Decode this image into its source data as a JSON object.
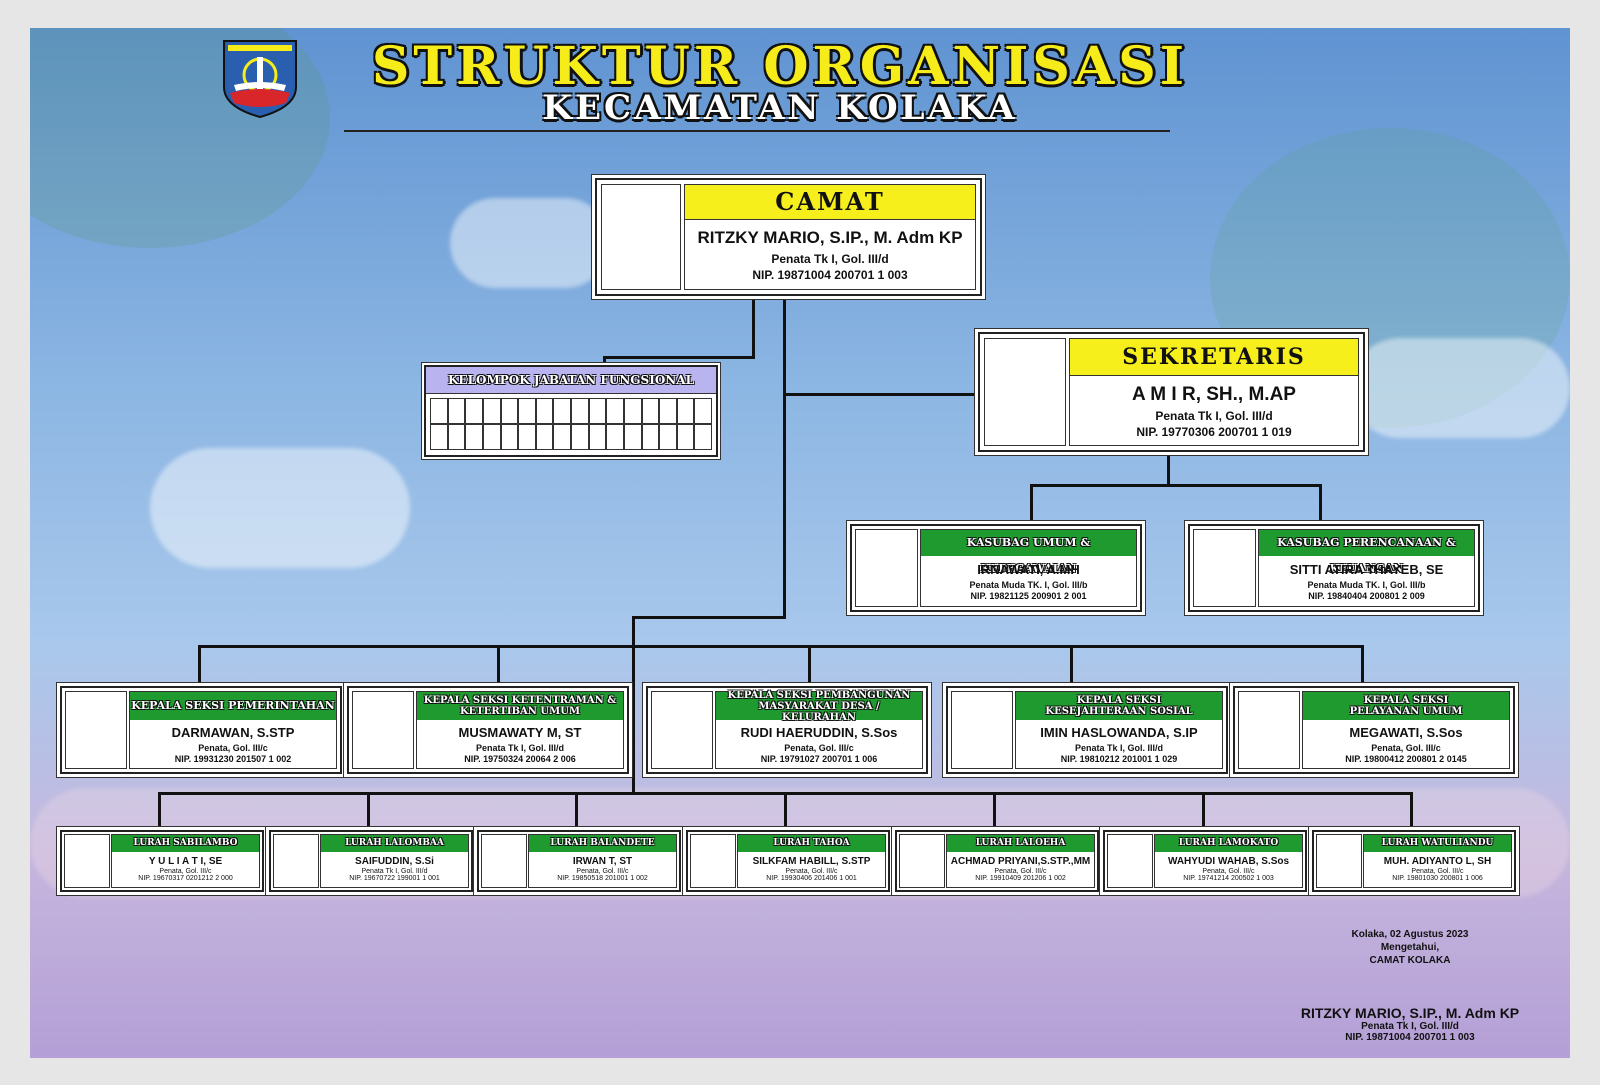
{
  "header": {
    "title": "STRUKTUR ORGANISASI",
    "subtitle": "KECAMATAN KOLAKA"
  },
  "camat": {
    "position": "CAMAT",
    "name": "RITZKY MARIO, S.IP., M. Adm KP",
    "rank": "Penata Tk I, Gol. III/d",
    "nip": "NIP. 19871004 200701 1 003"
  },
  "sekretaris": {
    "position": "SEKRETARIS",
    "name": "A M I R, SH., M.AP",
    "rank": "Penata Tk I, Gol. III/d",
    "nip": "NIP. 19770306 200701 1 019"
  },
  "fungsional": {
    "title": "KELOMPOK JABATAN FUNGSIONAL"
  },
  "kasubag": [
    {
      "position": "KASUBAG UMUM & KEPEGAWAIAN",
      "name": "IRNAWATI, A.MH",
      "rank": "Penata Muda TK. I, Gol. III/b",
      "nip": "NIP. 19821125 200901 2 001"
    },
    {
      "position": "KASUBAG PERENCANAAN & KEUANGAN",
      "name": "SITTI ATIRA THAYEB, SE",
      "rank": "Penata Muda TK. I, Gol. III/b",
      "nip": "NIP. 19840404 200801 2 009"
    }
  ],
  "seksi": [
    {
      "position": "KEPALA SEKSI PEMERINTAHAN",
      "name": "DARMAWAN, S.STP",
      "rank": "Penata, Gol. III/c",
      "nip": "NIP. 19931230 201507 1 002"
    },
    {
      "position": "KEPALA SEKSI KETENTRAMAN & KETERTIBAN UMUM",
      "name": "MUSMAWATY M, ST",
      "rank": "Penata Tk I, Gol. III/d",
      "nip": "NIP. 19750324 20064 2 006"
    },
    {
      "position": "KEPALA SEKSI PEMBANGUNAN MASYARAKAT DESA / KELURAHAN",
      "name": "RUDI HAERUDDIN, S.Sos",
      "rank": "Penata, Gol. III/c",
      "nip": "NIP. 19791027 200701 1 006"
    },
    {
      "position": "KEPALA SEKSI KESEJAHTERAAN SOSIAL",
      "name": "IMIN HASLOWANDA, S.IP",
      "rank": "Penata Tk I, Gol. III/d",
      "nip": "NIP. 19810212 201001 1 029"
    },
    {
      "position": "KEPALA SEKSI PELAYANAN UMUM",
      "name": "MEGAWATI, S.Sos",
      "rank": "Penata, Gol. III/c",
      "nip": "NIP. 19800412 200801 2 0145"
    }
  ],
  "lurah": [
    {
      "position": "LURAH SABILAMBO",
      "name": "Y U L I A T I, SE",
      "rank": "Penata, Gol. III/c",
      "nip": "NIP. 19670317 0201212 2 000"
    },
    {
      "position": "LURAH LALOMBAA",
      "name": "SAIFUDDIN, S.Si",
      "rank": "Penata Tk I, Gol. III/d",
      "nip": "NIP. 19670722 199001 1 001"
    },
    {
      "position": "LURAH BALANDETE",
      "name": "IRWAN T, ST",
      "rank": "Penata, Gol. III/c",
      "nip": "NIP. 19850518 201001 1 002"
    },
    {
      "position": "LURAH TAHOA",
      "name": "SILKFAM HABILL, S.STP",
      "rank": "Penata, Gol. III/c",
      "nip": "NIP. 19930406 201406 1 001"
    },
    {
      "position": "LURAH LALOEHA",
      "name": "ACHMAD PRIYANI,S.STP.,MM",
      "rank": "Penata, Gol. III/c",
      "nip": "NIP. 19910409 201206 1 002"
    },
    {
      "position": "LURAH LAMOKATO",
      "name": "WAHYUDI WAHAB, S.Sos",
      "rank": "Penata, Gol. III/c",
      "nip": "NIP. 19741214 200502 1 003"
    },
    {
      "position": "LURAH WATULIANDU",
      "name": "MUH. ADIYANTO L, SH",
      "rank": "Penata, Gol. III/c",
      "nip": "NIP. 19801030 200801 1 006"
    }
  ],
  "signature": {
    "place_date": "Kolaka, 02  Agustus 2023",
    "known": "Mengetahui,",
    "office": "CAMAT KOLAKA",
    "name": "RITZKY MARIO, S.IP., M. Adm KP",
    "rank": "Penata Tk I, Gol. III/d",
    "nip": "NIP. 19871004 200701 1 003"
  },
  "colors": {
    "title_yellow": "#f5ec1a",
    "header_green": "#1f9a2f",
    "header_yellow": "#f7ef1c",
    "fungsional_purple": "#b9b4f0"
  }
}
